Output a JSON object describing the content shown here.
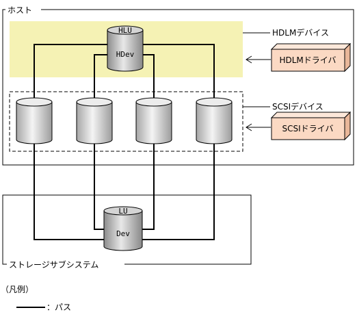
{
  "host": {
    "label": "ホスト",
    "hdlm_device_label": "HDLMデバイス",
    "scsi_device_label": "SCSIデバイス",
    "hdlm_driver_label": "HDLMドライバ",
    "scsi_driver_label": "SCSIドライバ",
    "hlu_label": "HLU",
    "hdev_label": "HDev"
  },
  "storage": {
    "label": "ストレージサブシステム",
    "lu_label": "LU",
    "dev_label": "Dev"
  },
  "legend": {
    "title": "（凡例）",
    "path_label": "：パス"
  },
  "colors": {
    "hdlm_area": "#f5f2b4",
    "driver_box": "#fbd9c3",
    "driver_box_top": "#fde8da",
    "driver_box_side": "#e9b79a",
    "cylinder_light": "#f2f2f2",
    "cylinder_dark": "#a9a9a9"
  }
}
